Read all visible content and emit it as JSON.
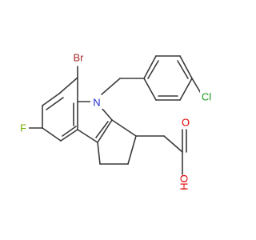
{
  "molecule": {
    "atoms": {
      "br": {
        "text": "Br",
        "color": "#a52a2a"
      },
      "f": {
        "text": "F",
        "color": "#70b000"
      },
      "n": {
        "text": "N",
        "color": "#1f2fcf"
      },
      "cl": {
        "text": "Cl",
        "color": "#1a9a1a"
      },
      "o_carbonyl": {
        "text": "O",
        "color": "#e00000"
      },
      "oh": {
        "text": "OH",
        "color": "#e00000"
      }
    },
    "bond_color": "#3a3a3a"
  }
}
